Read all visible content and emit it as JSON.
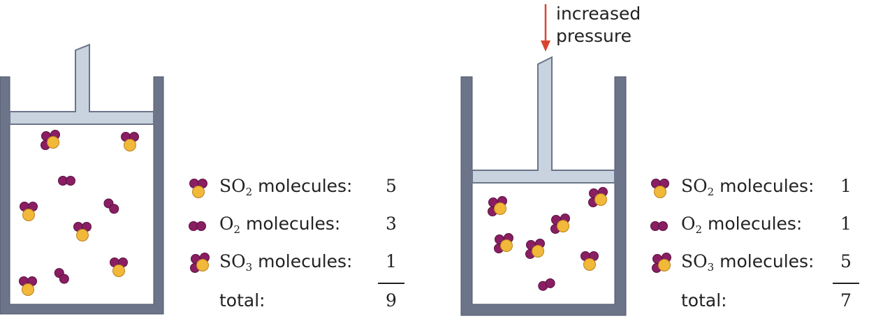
{
  "colors": {
    "wall": "#6b7489",
    "piston": "#c9d3df",
    "sulfur": "#f2b83a",
    "oxygen": "#8a1e63",
    "arrow": "#d8452f"
  },
  "left": {
    "legend": [
      {
        "formula_sym": "SO",
        "formula_sub": "2",
        "text": "molecules:",
        "count": "5",
        "icon": "so2-molecule-icon"
      },
      {
        "formula_sym": "O",
        "formula_sub": "2",
        "text": "molecules:",
        "count": "3",
        "icon": "o2-molecule-icon"
      },
      {
        "formula_sym": "SO",
        "formula_sub": "3",
        "text": "molecules:",
        "count": "1",
        "icon": "so3-molecule-icon"
      }
    ],
    "total_label": "total:",
    "total_value": "9"
  },
  "right": {
    "arrow_label_line1": "increased",
    "arrow_label_line2": "pressure",
    "legend": [
      {
        "formula_sym": "SO",
        "formula_sub": "2",
        "text": "molecules:",
        "count": "1",
        "icon": "so2-molecule-icon"
      },
      {
        "formula_sym": "O",
        "formula_sub": "2",
        "text": "molecules:",
        "count": "1",
        "icon": "o2-molecule-icon"
      },
      {
        "formula_sym": "SO",
        "formula_sub": "3",
        "text": "molecules:",
        "count": "5",
        "icon": "so3-molecule-icon"
      }
    ],
    "total_label": "total:",
    "total_value": "7"
  }
}
